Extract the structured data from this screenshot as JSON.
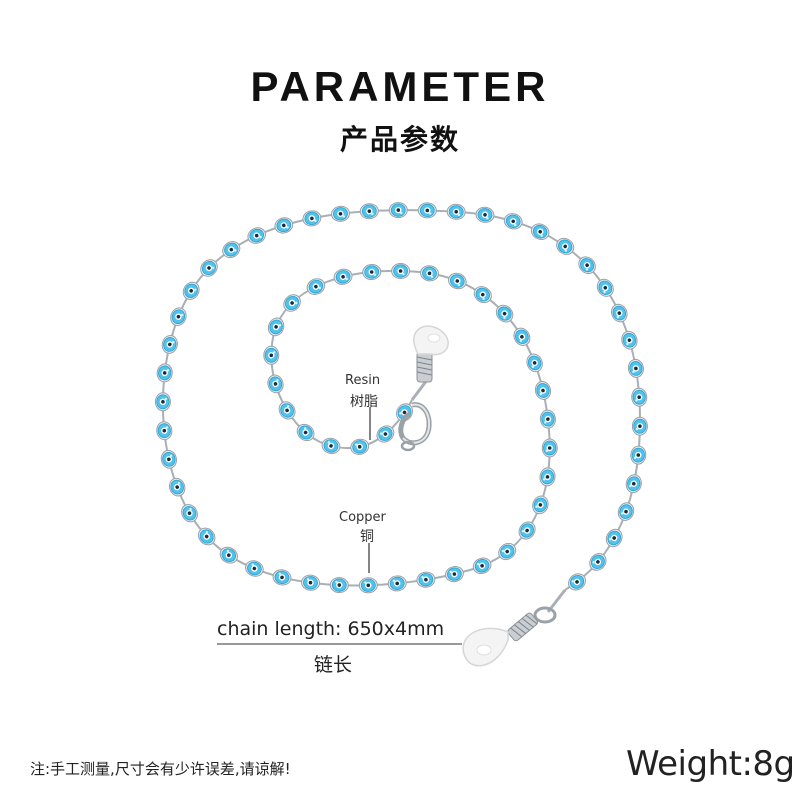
{
  "header": {
    "title": "PARAMETER",
    "subtitle": "产品参数"
  },
  "labels": {
    "resin_en": "Resin",
    "resin_cn": "树脂",
    "copper_en": "Copper",
    "copper_cn": "铜"
  },
  "specs": {
    "chain_length": "chain length: 650x4mm",
    "chain_length_cn": "链长",
    "weight": "Weight:8g"
  },
  "footer": {
    "note": "注:手工测量,尺寸会有少许误差,请谅解!"
  },
  "colors": {
    "bead": "#4fc3ec",
    "bead_dark": "#2a9fd0",
    "eye_ring": "#ffffff",
    "eye_pupil": "#1a2a3a",
    "chain_metal": "#a9afb5",
    "silicone_tip": "#f2f2f2"
  },
  "icons": [
    "evil-eye-bead",
    "lobster-clasp",
    "silicone-eyeglass-loop"
  ]
}
